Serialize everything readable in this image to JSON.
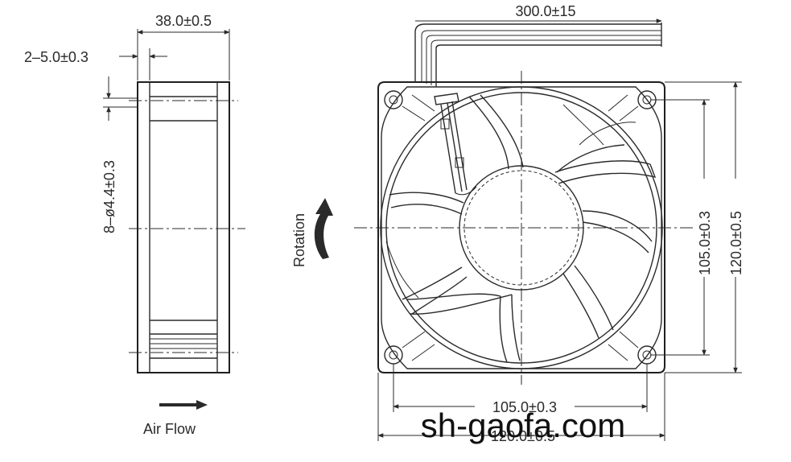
{
  "labels": {
    "depth": "38.0±0.5",
    "lead_length": "300.0±15",
    "flange": "2–5.0±0.3",
    "holes": "8–ø4.4±0.3",
    "rotation": "Rotation",
    "air_flow": "Air Flow",
    "hole_pitch_v": "105.0±0.3",
    "size_v": "120.0±0.5",
    "hole_pitch_h": "105.0±0.3",
    "size_h": "120.0±0.5"
  },
  "watermark": "sh-gaofa.com",
  "colors": {
    "line": "#2a2a2a",
    "background": "#ffffff"
  }
}
